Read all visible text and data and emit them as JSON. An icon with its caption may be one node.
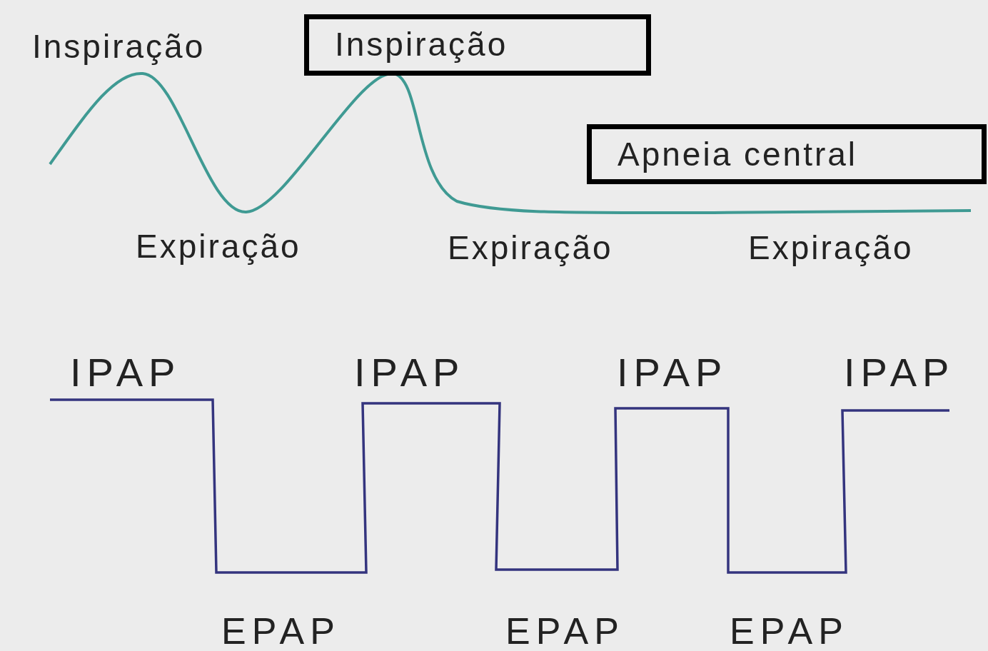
{
  "diagram": {
    "nodes": [
      {
        "text": [
          "Inspiração"
        ]
      },
      {
        "text": [
          "Apneia central"
        ]
      }
    ],
    "labels": [
      "Inspiração",
      "Expiração",
      "Expiração",
      "Expiração",
      "IPAP",
      "IPAP",
      "IPAP",
      "IPAP",
      "EPAP",
      "EPAP",
      "EPAP"
    ]
  }
}
